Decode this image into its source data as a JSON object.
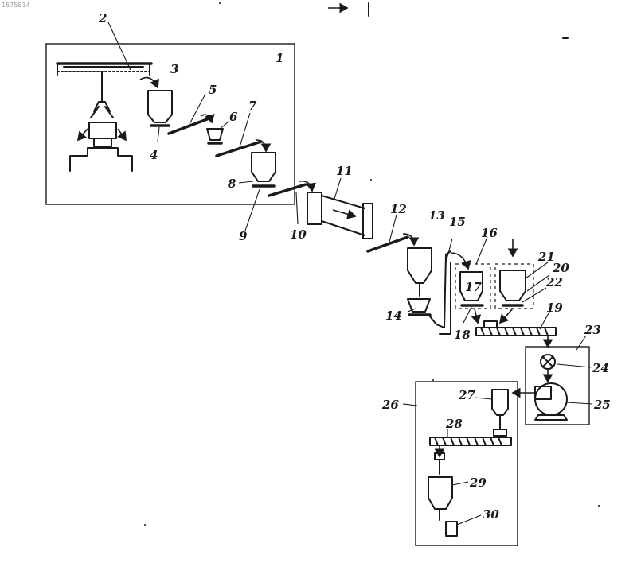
{
  "corner_text": "1575814",
  "labels": {
    "l1": "1",
    "l2": "2",
    "l3": "3",
    "l4": "4",
    "l5": "5",
    "l6": "6",
    "l7": "7",
    "l8": "8",
    "l9": "9",
    "l10": "10",
    "l11": "11",
    "l12": "12",
    "l13": "13",
    "l14": "14",
    "l15": "15",
    "l16": "16",
    "l17": "17",
    "l18": "18",
    "l19": "19",
    "l20": "20",
    "l21": "21",
    "l22": "22",
    "l23": "23",
    "l24": "24",
    "l25": "25",
    "l26": "26",
    "l27": "27",
    "l28": "28",
    "l29": "29",
    "l30": "30"
  }
}
